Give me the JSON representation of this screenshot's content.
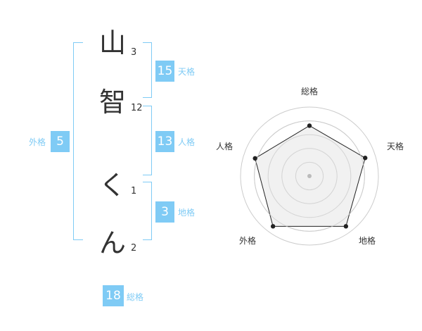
{
  "name_chars": [
    {
      "char": "山",
      "strokes": "3"
    },
    {
      "char": "智",
      "strokes": "12"
    },
    {
      "char": "く",
      "strokes": "1"
    },
    {
      "char": "ん",
      "strokes": "2"
    }
  ],
  "fortunes": {
    "tenkaku": {
      "value": "15",
      "label": "天格"
    },
    "jinkaku": {
      "value": "13",
      "label": "人格"
    },
    "chikaku": {
      "value": "3",
      "label": "地格"
    },
    "gaikaku": {
      "value": "5",
      "label": "外格"
    },
    "soukaku": {
      "value": "18",
      "label": "総格"
    }
  },
  "colors": {
    "accent": "#7fcbf5",
    "text": "#333333",
    "radar_fill": "#eeeeee",
    "radar_ring": "#cccccc"
  },
  "chart_data": {
    "type": "radar",
    "axes": [
      "総格",
      "天格",
      "地格",
      "外格",
      "人格"
    ],
    "ring_count": 5,
    "scale_max": 1,
    "values": [
      0.73,
      0.85,
      0.9,
      0.9,
      0.83
    ]
  }
}
